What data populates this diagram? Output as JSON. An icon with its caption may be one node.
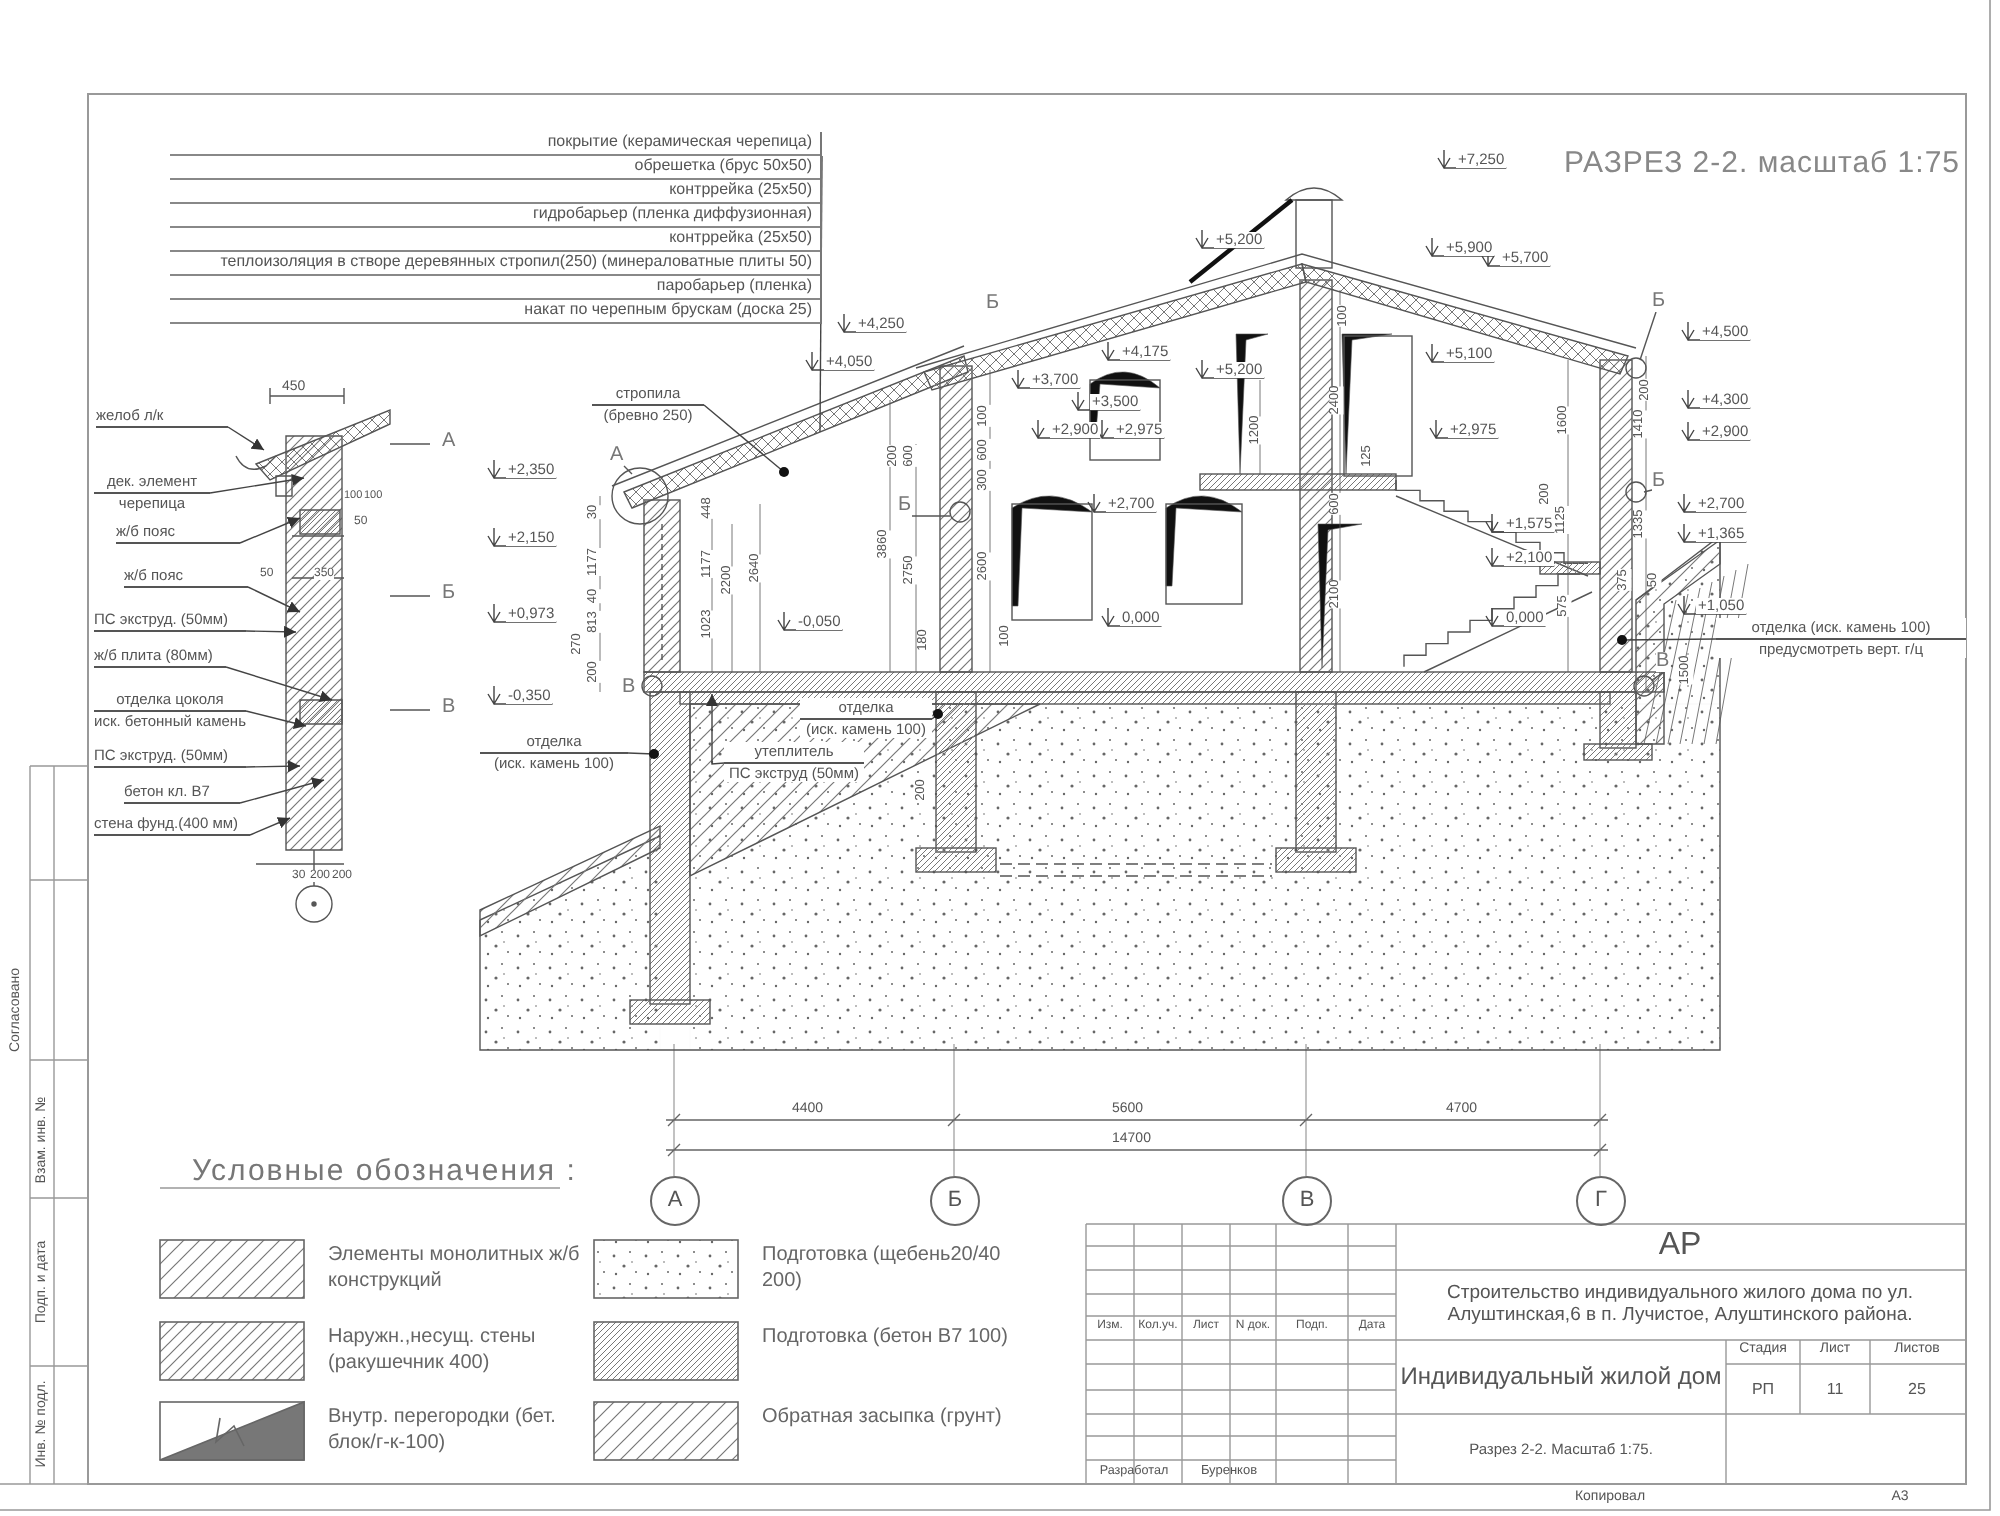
{
  "diagram": {
    "title": "РАЗРЕЗ 2-2. масштаб 1:75",
    "nodes": [
      {
        "text": [
          "покрытие (керамическая черепица)",
          "обрешетка (брус 50x50)",
          "контррейка (25x50)",
          "гидробарьер (пленка диффузионная)",
          "контррейка (25x50)",
          "теплоизоляция в створе деревянных стропил(250) (минераловатные плиты 50)",
          "паробарьер (пленка)",
          "накат по черепным брускам (доска 25)"
        ]
      },
      {
        "text": [
          "желоб л/к"
        ]
      },
      {
        "text": [
          "дек. элемент",
          "черепица"
        ]
      },
      {
        "text": [
          "ж/б пояс"
        ]
      },
      {
        "text": [
          "ж/б пояс"
        ]
      },
      {
        "text": [
          "ПС экструд. (50мм)"
        ]
      },
      {
        "text": [
          "ж/б плита (80мм)"
        ]
      },
      {
        "text": [
          "отделка цоколя",
          "иск. бетонный камень"
        ]
      },
      {
        "text": [
          "ПС экструд. (50мм)"
        ]
      },
      {
        "text": [
          "бетон кл. В7"
        ]
      },
      {
        "text": [
          "стена фунд.(400 мм)"
        ]
      },
      {
        "text": [
          "стропила",
          "(бревно 250)"
        ]
      },
      {
        "text": [
          "отделка",
          "(иск. камень 100)"
        ]
      },
      {
        "text": [
          "утеплитель",
          "ПС экструд (50мм)"
        ]
      },
      {
        "text": [
          "отделка",
          "(иск. камень 100)"
        ]
      },
      {
        "text": [
          "отделка (иск. камень 100)",
          "предусмотреть верт. г/ц"
        ]
      },
      {
        "text": [
          "А"
        ]
      },
      {
        "text": [
          "Б"
        ]
      },
      {
        "text": [
          "В"
        ]
      },
      {
        "text": [
          "Г"
        ]
      }
    ],
    "edges": [
      {
        "from": 0,
        "to": null,
        "arrow": "none"
      },
      {
        "from": 1,
        "to": null,
        "arrow": "to"
      },
      {
        "from": 2,
        "to": null,
        "arrow": "to"
      },
      {
        "from": 3,
        "to": null,
        "arrow": "to"
      },
      {
        "from": 4,
        "to": null,
        "arrow": "to"
      },
      {
        "from": 5,
        "to": null,
        "arrow": "to"
      },
      {
        "from": 6,
        "to": null,
        "arrow": "to"
      },
      {
        "from": 7,
        "to": null,
        "arrow": "to"
      },
      {
        "from": 8,
        "to": null,
        "arrow": "to"
      },
      {
        "from": 9,
        "to": null,
        "arrow": "to"
      },
      {
        "from": 10,
        "to": null,
        "arrow": "to"
      },
      {
        "from": 11,
        "to": null,
        "arrow": "other"
      },
      {
        "from": 12,
        "to": null,
        "arrow": "other"
      },
      {
        "from": 13,
        "to": null,
        "arrow": "to"
      },
      {
        "from": 14,
        "to": null,
        "arrow": "other"
      },
      {
        "from": 15,
        "to": null,
        "arrow": "other"
      }
    ],
    "labels": [
      "+7,250",
      "+5,200",
      "+5,900",
      "+5,700",
      "Б",
      "Б",
      "+4,250",
      "+4,500",
      "+4,050",
      "+4,175",
      "+5,200",
      "+5,100",
      "+3,700",
      "+3,500",
      "+4,300",
      "+2,900",
      "+2,975",
      "+2,975",
      "+2,900",
      "+2,350",
      "А",
      "Б",
      "Б",
      "+2,700",
      "+2,700",
      "+2,150",
      "+1,575",
      "+1,365",
      "+2,100",
      "+0,973",
      "-0,050",
      "0,000",
      "0,000",
      "+1,050",
      "В",
      "-0,350",
      "В",
      "30",
      "1177",
      "40",
      "813",
      "270",
      "200",
      "448",
      "1177",
      "1023",
      "2200",
      "2640",
      "3860",
      "2750",
      "200",
      "600",
      "100",
      "600",
      "300",
      "2600",
      "180",
      "100",
      "200",
      "100",
      "1200",
      "2400",
      "125",
      "600",
      "2100",
      "1600",
      "200",
      "1125",
      "575",
      "200",
      "1410",
      "1335",
      "375",
      "50",
      "1500",
      "450",
      "А",
      "100",
      "100",
      "50",
      "50",
      "350",
      "Б",
      "В",
      "30",
      "200",
      "200",
      "4400",
      "5600",
      "4700",
      "14700",
      "Согласовано",
      "Взам. инв. №",
      "Подп. и дата",
      "Инв. № подл.",
      "Условные обозначения :",
      "Изм.",
      "Кол.уч.",
      "Лист",
      "N док.",
      "Подп.",
      "Дата",
      "АР",
      "Строительство индивидуального жилого дома по ул. Алуштинская,6 в п. Лучистое, Алуштинского района.",
      "Индивидуальный жилой дом",
      "Стадия",
      "Лист",
      "Листов",
      "РП",
      "11",
      "25",
      "Разработал",
      "Буренков",
      "Разрез 2-2. Масштаб 1:75.",
      "Копировал",
      "А3"
    ],
    "legend": [
      {
        "text": "Элементы монолитных ж/б конструкций"
      },
      {
        "text": "Наружн.,несущ. стены (ракушечник 400)"
      },
      {
        "text": "Внутр. перегородки (бет. блок/г-к-100)"
      },
      {
        "text": "Подготовка (щебень20/40 200)"
      },
      {
        "text": "Подготовка (бетон В7 100)"
      },
      {
        "text": "Обратная засыпка (грунт)"
      }
    ]
  }
}
